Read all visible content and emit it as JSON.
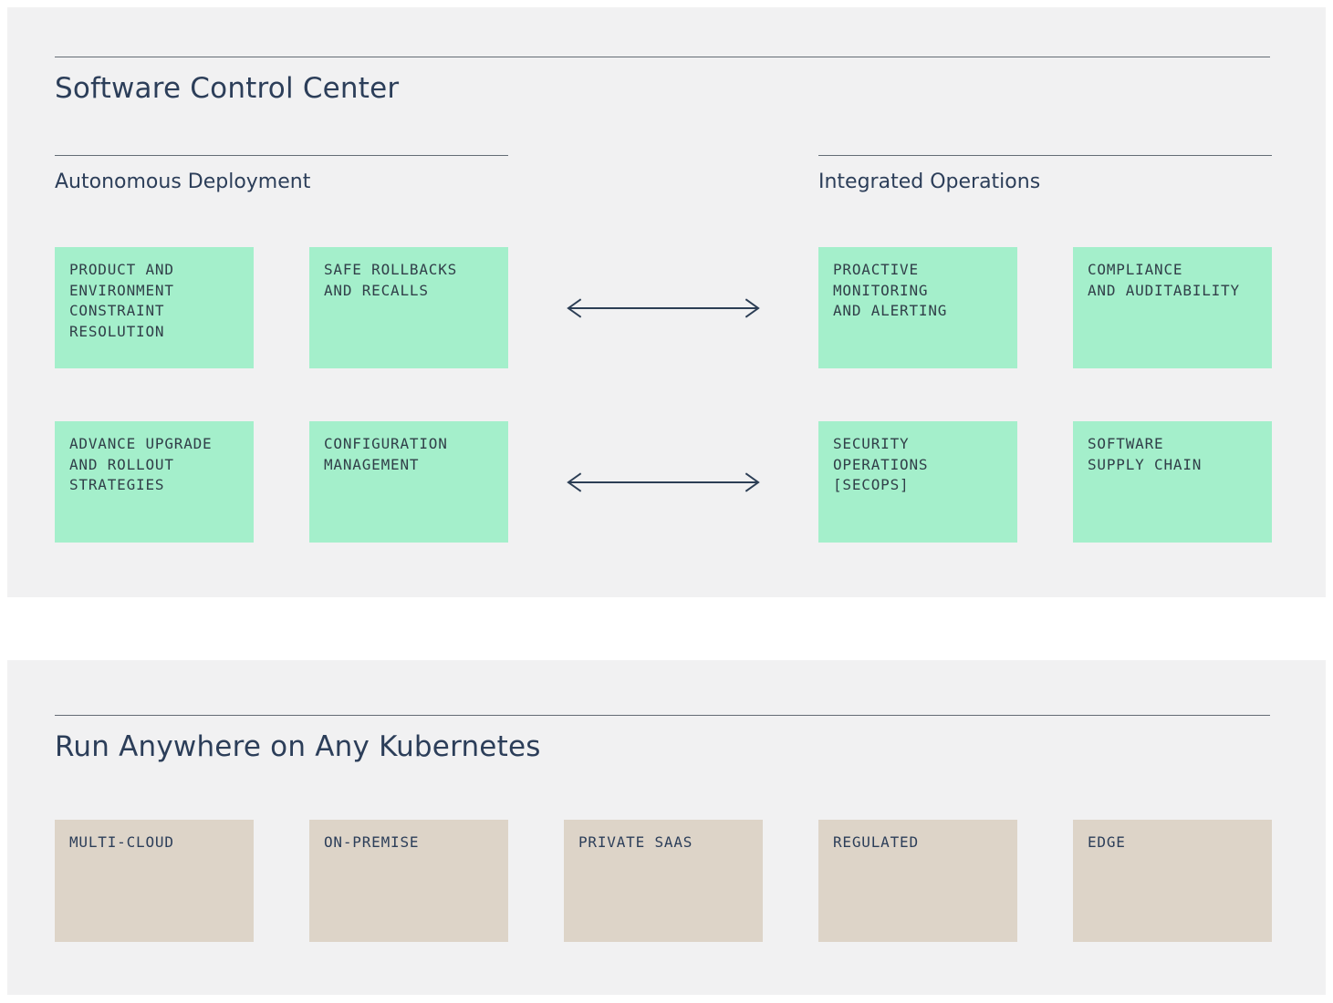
{
  "colors": {
    "panel_background": "#F1F1F2",
    "feature_box_background": "#A4EFCB",
    "platform_box_background": "#DDD4C8",
    "heading_text": "#2C3E59",
    "feature_box_text": "#313F49",
    "divider_line": "#646C75",
    "arrow": "#2C3E55"
  },
  "software_control_center": {
    "title": "Software Control Center",
    "left": {
      "heading": "Autonomous Deployment",
      "boxes": [
        {
          "label": "PRODUCT AND\nENVIRONMENT\nCONSTRAINT\nRESOLUTION"
        },
        {
          "label": "SAFE ROLLBACKS\nAND RECALLS"
        },
        {
          "label": "ADVANCE UPGRADE\nAND ROLLOUT\nSTRATEGIES"
        },
        {
          "label": "CONFIGURATION\nMANAGEMENT"
        }
      ]
    },
    "right": {
      "heading": "Integrated Operations",
      "boxes": [
        {
          "label": "PROACTIVE\nMONITORING\nAND ALERTING"
        },
        {
          "label": "COMPLIANCE\nAND AUDITABILITY"
        },
        {
          "label": "SECURITY\nOPERATIONS\n[SECOPS]"
        },
        {
          "label": "SOFTWARE\nSUPPLY CHAIN"
        }
      ]
    },
    "arrows": [
      {
        "name": "bidirectional-arrow-row-1"
      },
      {
        "name": "bidirectional-arrow-row-2"
      }
    ]
  },
  "run_anywhere": {
    "title": "Run Anywhere on Any Kubernetes",
    "boxes": [
      {
        "label": "MULTI-CLOUD"
      },
      {
        "label": "ON-PREMISE"
      },
      {
        "label": "PRIVATE SAAS"
      },
      {
        "label": "REGULATED"
      },
      {
        "label": "EDGE"
      }
    ]
  }
}
